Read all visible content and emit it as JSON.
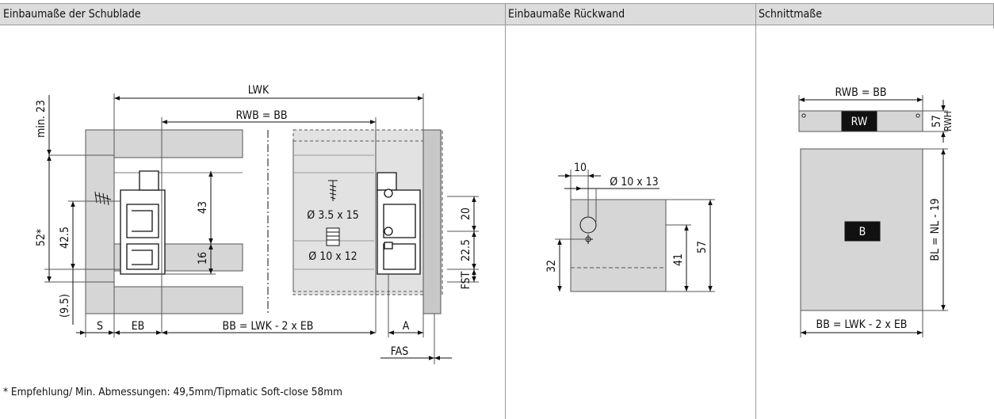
{
  "headers": {
    "drawer": "Einbaumaße der Schublade",
    "backwall": "Einbaumaße Rückwand",
    "cut": "Schnittmaße"
  },
  "drawer": {
    "lwk": "LWK",
    "rwb_bb": "RWB = BB",
    "min23": "min. 23",
    "dim52": "52*",
    "dim42_5": "42.5",
    "dim9_5": "(9.5)",
    "dim43": "43",
    "dim16": "16",
    "screw": "Ø 3.5 x 15",
    "dowel": "Ø 10 x 12",
    "dim20": "20",
    "dim22_5": "22.5",
    "fst": "FST",
    "s": "S",
    "eb": "EB",
    "bb_formula": "BB = LWK - 2 x EB",
    "a": "A",
    "fas": "FAS"
  },
  "backwall": {
    "dim10": "10",
    "hole": "Ø 10 x 13",
    "dim32": "32",
    "dim41": "41",
    "dim57": "57"
  },
  "cut": {
    "rwb_bb": "RWB = BB",
    "rw": "RW",
    "dim57": "57",
    "rwh": "RWH",
    "b": "B",
    "bl": "BL = NL - 19",
    "bb_formula": "BB = LWK - 2 x EB"
  },
  "footnote": "* Empfehlung/ Min. Abmessungen: 49,5mm/Tipmatic Soft-close 58mm"
}
